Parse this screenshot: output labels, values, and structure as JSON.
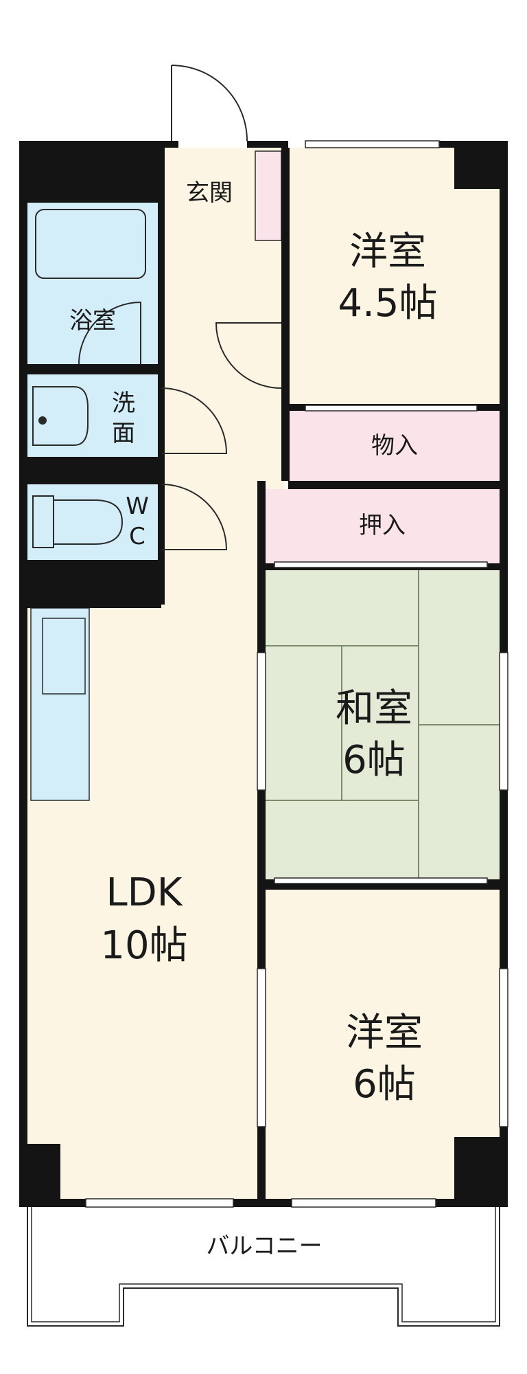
{
  "colors": {
    "wall": "#141414",
    "ldk_floor": "#fdf5e3",
    "western_floor": "#fdf5e3",
    "tatami": "#e3ead6",
    "tatami_line": "#7a8a6a",
    "storage": "#fbe3ea",
    "wet_area": "#d4eef9",
    "outline": "#2a2a2a"
  },
  "rooms": {
    "entrance": "玄関",
    "bath": "浴室",
    "washroom": [
      "洗",
      "面"
    ],
    "toilet": [
      "W",
      "C"
    ],
    "western_room_1": {
      "name": "洋室",
      "size": "4.5帖"
    },
    "storage_1": "物入",
    "closet": "押入",
    "japanese_room": {
      "name": "和室",
      "size": "6帖"
    },
    "ldk": {
      "name": "LDK",
      "size": "10帖"
    },
    "western_room_2": {
      "name": "洋室",
      "size": "6帖"
    },
    "balcony": "バルコニー"
  }
}
